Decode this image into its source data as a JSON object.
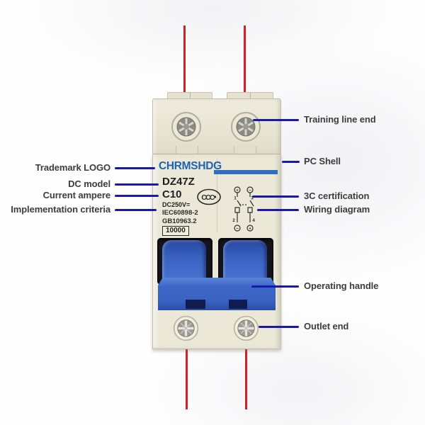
{
  "device": {
    "brand": "CHRMSHDG",
    "model": "DZ47Z",
    "current_rating": "C10",
    "voltage": "DC250V=",
    "standard_iec": "IEC60898-2",
    "standard_gb": "GB10963.2",
    "breaking_capacity": "10000",
    "ccc_mark": "CCC"
  },
  "wiring": {
    "plus": "+",
    "minus": "−",
    "n1": "1",
    "n2": "2",
    "n3": "3",
    "n4": "4"
  },
  "callouts": {
    "left": [
      {
        "label": "Trademark LOGO"
      },
      {
        "label": "DC model"
      },
      {
        "label": "Current ampere"
      },
      {
        "label": "Implementation criteria"
      }
    ],
    "right": [
      {
        "label": "Training line end"
      },
      {
        "label": "PC Shell"
      },
      {
        "label": "3C certification"
      },
      {
        "label": "Wiring diagram"
      },
      {
        "label": "Operating handle"
      },
      {
        "label": "Outlet end"
      }
    ]
  },
  "colors": {
    "callout_line": "#1a18a8",
    "wire_red": "#c9242b",
    "brand_blue": "#1d64b5",
    "handle_blue": "#3a63c2",
    "body_cream": "#ece8d8",
    "label_text": "#3d3d3d"
  }
}
